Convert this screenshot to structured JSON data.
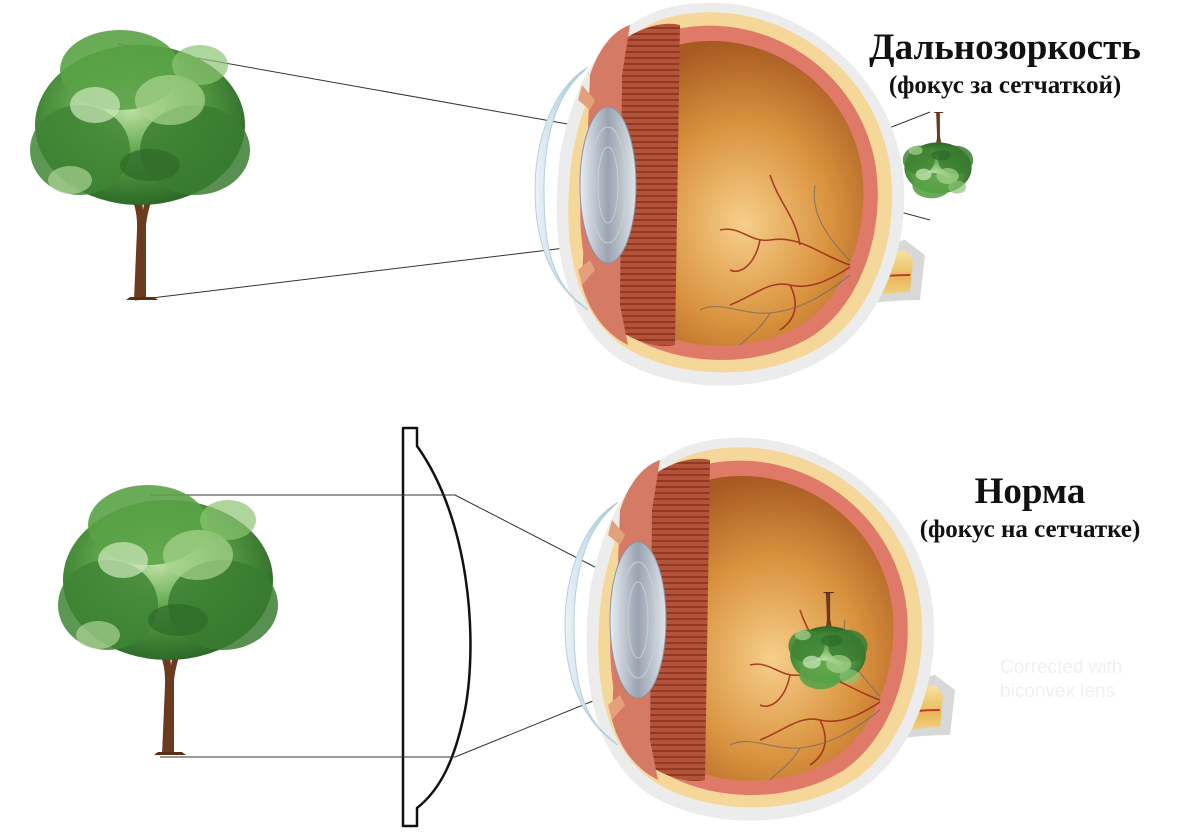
{
  "panels": {
    "top": {
      "title": "Дальнозоркость",
      "subtitle": "(фокус за сетчаткой)"
    },
    "bottom": {
      "title": "Норма",
      "subtitle": "(фокус на сетчатке)"
    }
  },
  "watermark": "Corrected with biconvex lens",
  "icons": [
    "tree-icon",
    "eye-cross-section-icon",
    "convex-lens-icon",
    "inverted-tree-image-icon"
  ],
  "colors": {
    "foliage_dark": "#2f6e2a",
    "foliage_mid": "#4f9a3f",
    "foliage_light": "#a9d48e",
    "trunk": "#6b3a1f",
    "sclera_outline": "#d9d9d9",
    "choroid": "#e07a68",
    "vitreous": "#c8802e",
    "vitreous_light": "#f1c27a",
    "muscle": "#a84a32",
    "lens": "#bfc6d0",
    "cornea": "#cfe3ee",
    "optic_nerve": "#f2d27c",
    "ray": "#333333"
  }
}
